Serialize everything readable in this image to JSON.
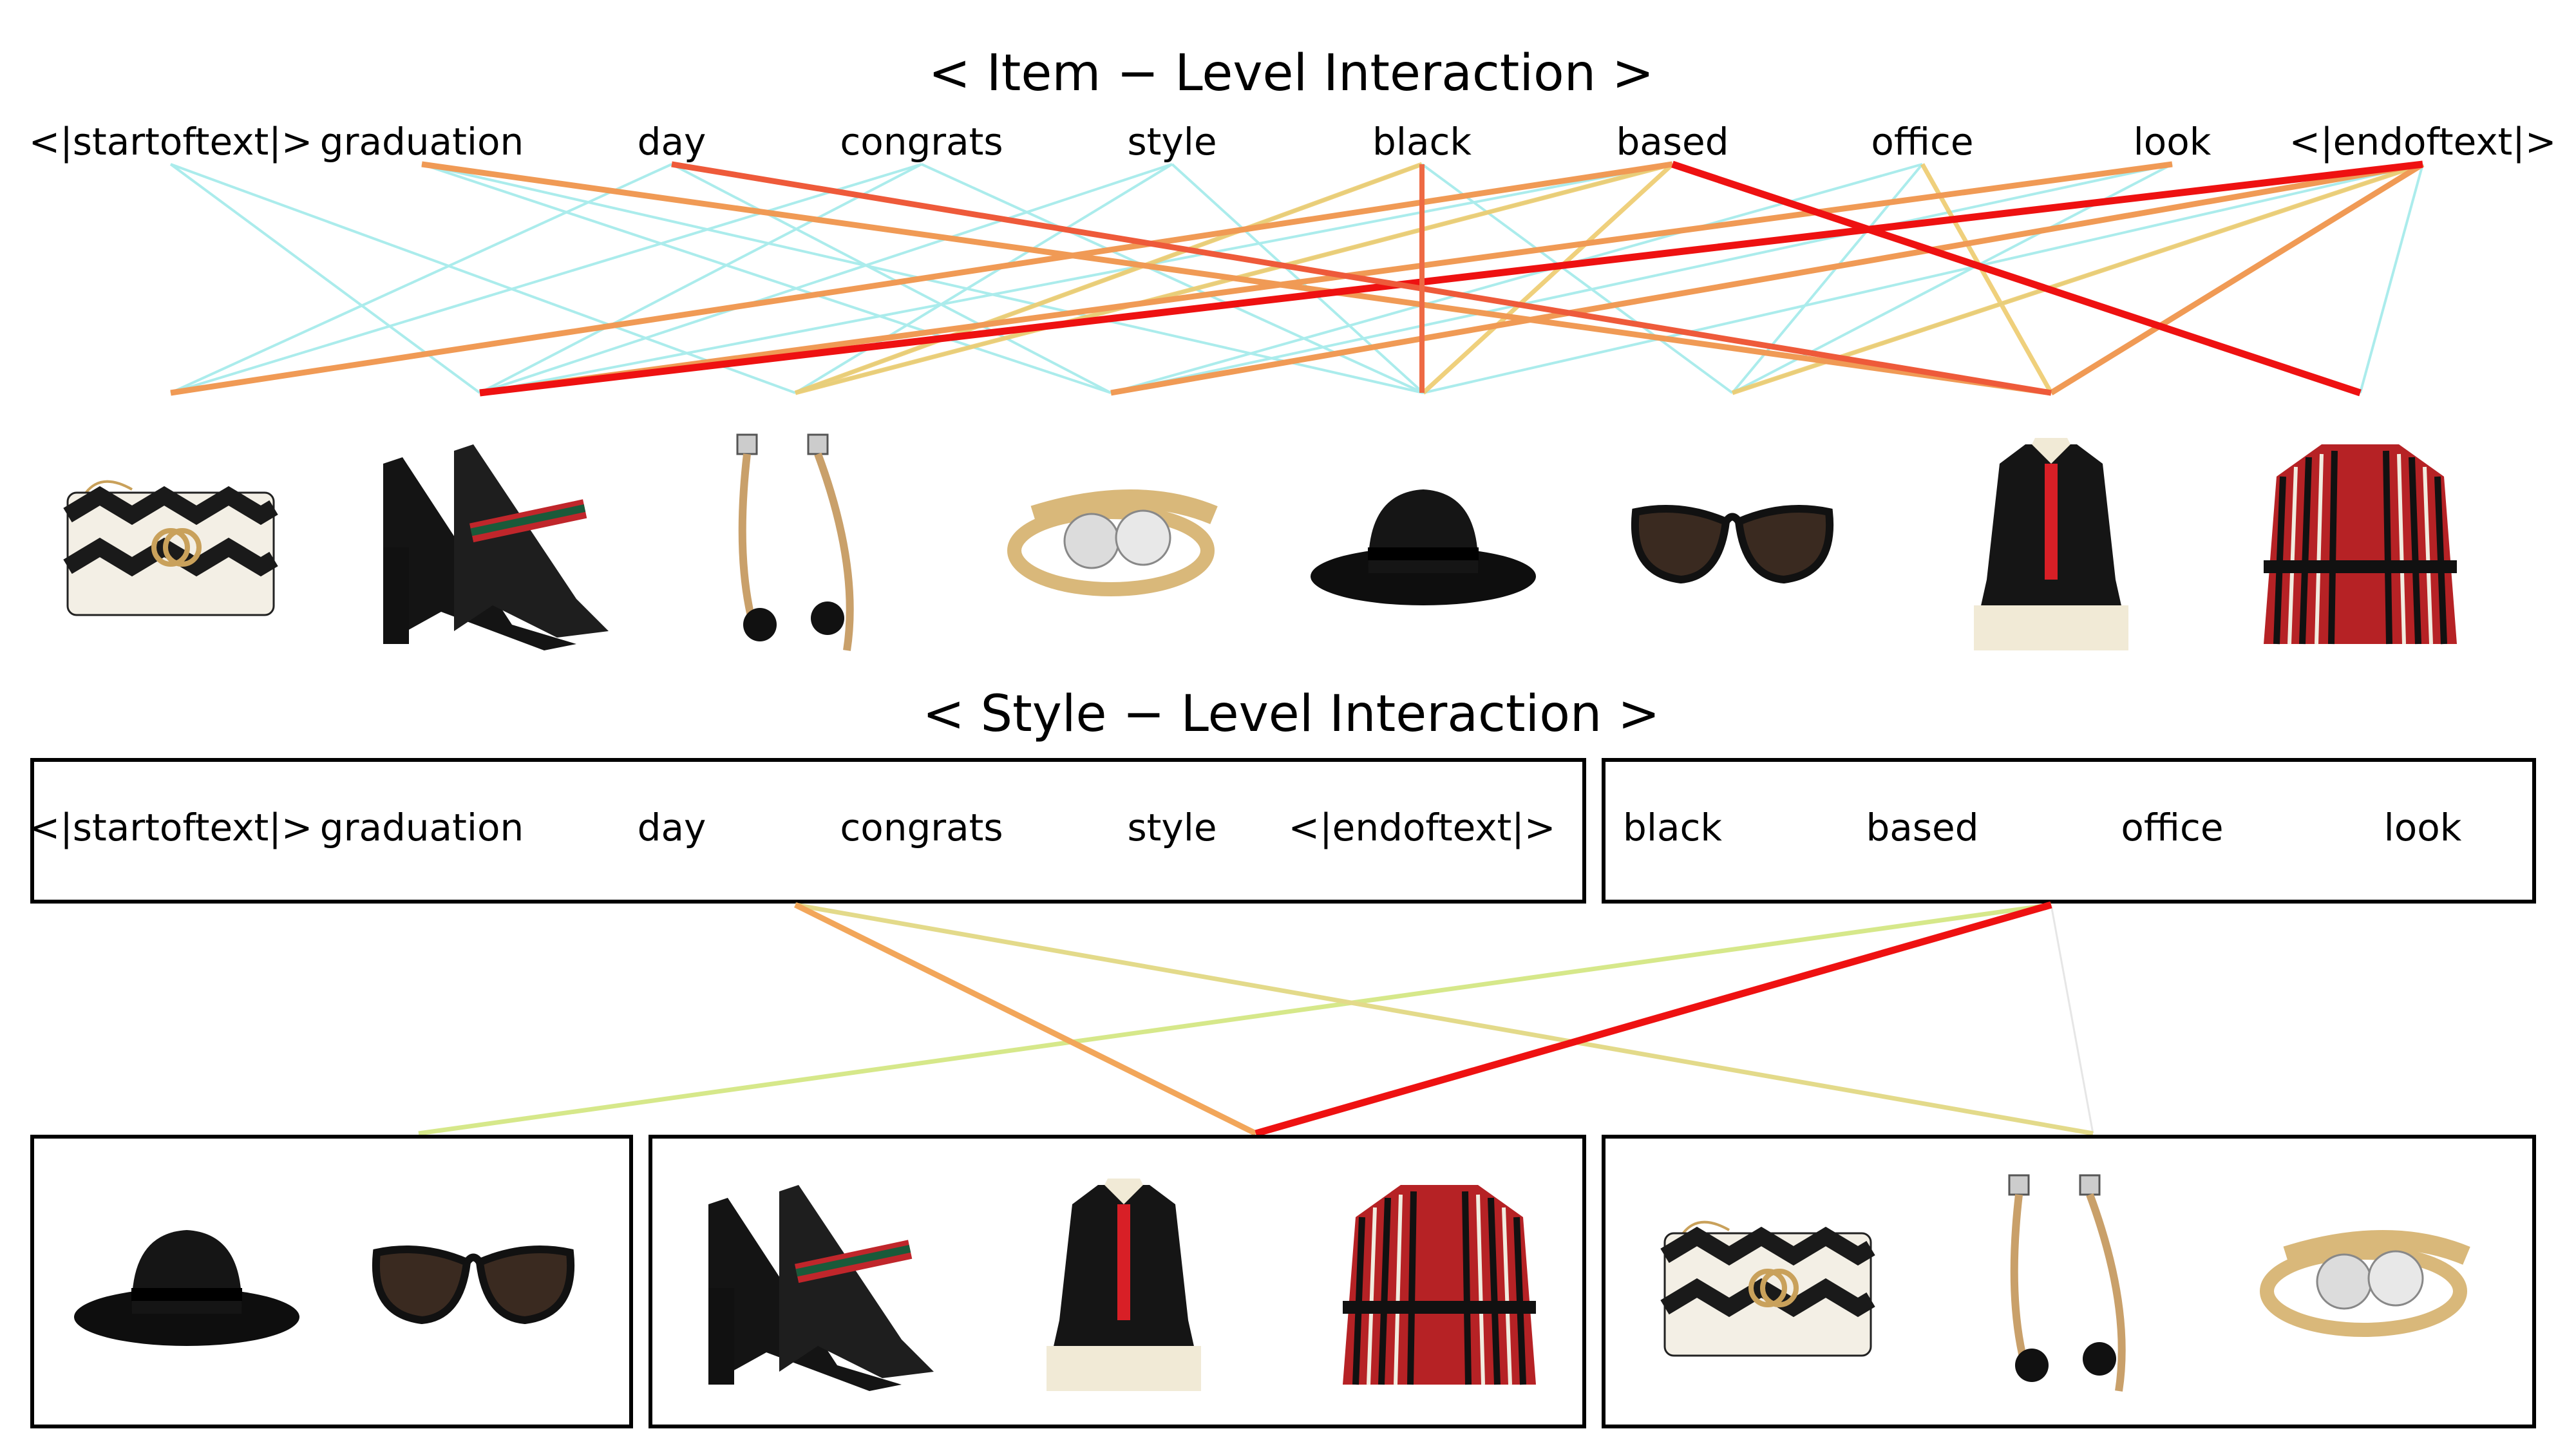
{
  "item_level": {
    "title": "< Item − Level Interaction >",
    "tokens": [
      "<|startoftext|>",
      "graduation",
      "day",
      "congrats",
      "style",
      "black",
      "based",
      "office",
      "look",
      "<|endoftext|>"
    ],
    "items": [
      "handbag",
      "pumps",
      "earrings",
      "ring",
      "hat",
      "sunglasses",
      "dress",
      "jacket"
    ]
  },
  "style_level": {
    "title": "< Style − Level Interaction >",
    "text_groups": [
      [
        "<|startoftext|>",
        "graduation",
        "day",
        "congrats",
        "style",
        "<|endoftext|>"
      ],
      [
        "black",
        "based",
        "office",
        "look"
      ]
    ],
    "item_groups": [
      [
        "hat",
        "sunglasses"
      ],
      [
        "pumps",
        "dress",
        "jacket"
      ],
      [
        "handbag",
        "earrings",
        "ring"
      ]
    ]
  },
  "colors": {
    "low": "#8fe6e6",
    "mid": "#e6e07a",
    "high_mid": "#f2a65a",
    "high": "#ee1111"
  }
}
